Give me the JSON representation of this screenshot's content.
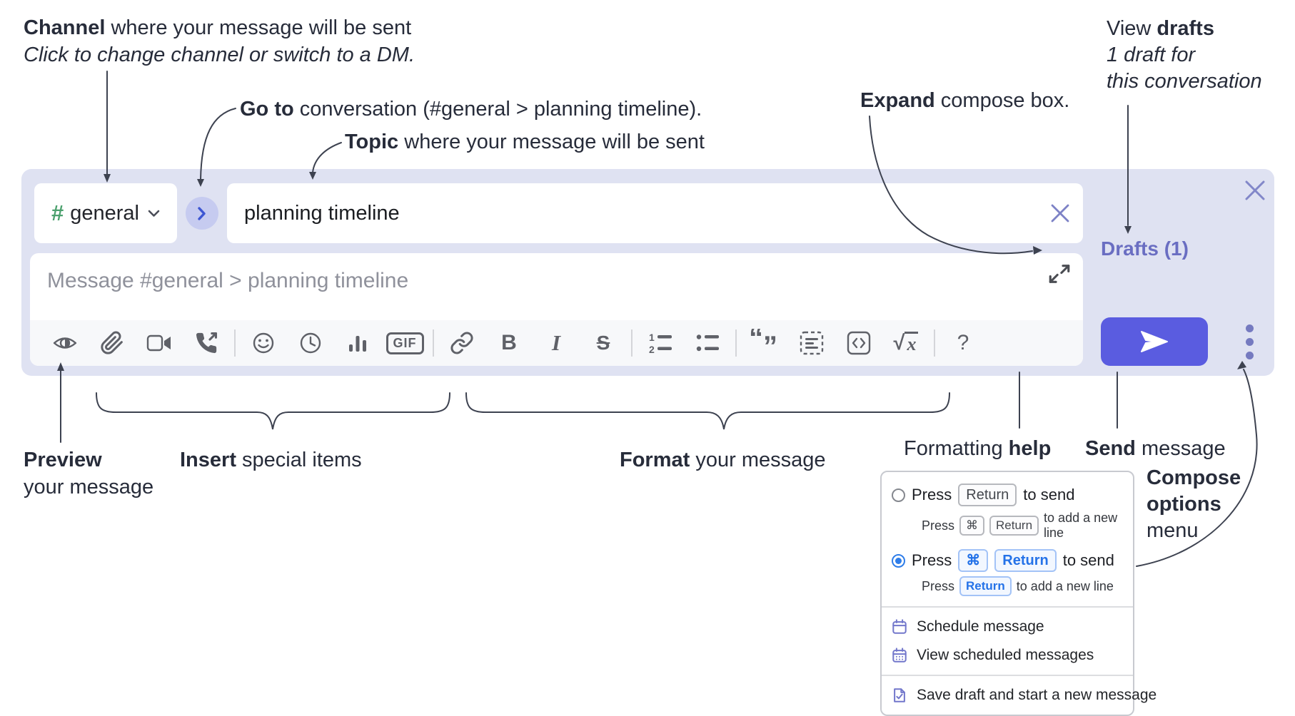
{
  "annotations": {
    "channel": {
      "bold": "Channel",
      "rest": " where your message will be sent",
      "sub": "Click to change channel or switch to a DM."
    },
    "go_to": {
      "bold": "Go to",
      "rest": " conversation (#general > planning timeline)."
    },
    "topic": {
      "bold": "Topic",
      "rest": " where your message will be sent"
    },
    "expand": {
      "bold": "Expand",
      "rest": " compose box."
    },
    "view_drafts": {
      "pre": "View ",
      "bold": "drafts",
      "line2": "1 draft for",
      "line3": "this conversation"
    },
    "preview": {
      "bold": "Preview",
      "line2": "your message"
    },
    "insert": {
      "bold": "Insert",
      "rest": " special items"
    },
    "format": {
      "bold": "Format",
      "rest": " your message"
    },
    "help": {
      "pre": "Formatting ",
      "bold": "help"
    },
    "send": {
      "bold": "Send",
      "rest": " message"
    },
    "compose_options": {
      "bold1": "Compose",
      "bold2": "options",
      "line3": "menu"
    }
  },
  "compose": {
    "channel": {
      "hash": "#",
      "name": "general"
    },
    "topic_input": {
      "value": "planning timeline"
    },
    "message_input": {
      "placeholder": "Message #general > planning timeline"
    },
    "drafts_link": "Drafts (1)"
  },
  "toolbar": {
    "bold_label": "B",
    "italic_label": "I",
    "strike_label": "S",
    "gif_label": "GIF",
    "sqrt_radical": "√",
    "sqrt_x": "x",
    "help_label": "?",
    "icons": [
      "preview-eye",
      "paperclip",
      "video-camera",
      "phone-call",
      "emoji-smiley",
      "clock",
      "bar-chart",
      "gif",
      "link",
      "bold",
      "italic",
      "strikethrough",
      "ordered-list",
      "bulleted-list",
      "blockquote",
      "code-block",
      "inline-code",
      "formula",
      "help",
      "send-plane",
      "ellipsis-vertical"
    ]
  },
  "icon_glyphs": {
    "ol_1": "1",
    "ol_2": "2",
    "quote_open": "“",
    "quote_close": "”"
  },
  "compose_menu": {
    "option_return": {
      "selected": false,
      "press": "Press",
      "key": "Return",
      "suffix": "to send",
      "sub_press": "Press",
      "sub_key1": "⌘",
      "sub_key2": "Return",
      "sub_suffix": "to add a new line"
    },
    "option_cmd_return": {
      "selected": true,
      "press": "Press",
      "key1": "⌘",
      "key2": "Return",
      "suffix": "to send",
      "sub_press": "Press",
      "sub_key": "Return",
      "sub_suffix": "to add a new line"
    },
    "schedule": "Schedule message",
    "view_scheduled": "View scheduled messages",
    "save_draft": "Save draft and start a new message"
  },
  "colors": {
    "compose_bg": "#dfe2f2",
    "send_button": "#5a5ce0",
    "drafts_link": "#6a6ec2",
    "channel_hash_green": "#4ca16e",
    "radio_selected_blue": "#2e7de9",
    "menu_icon_purple": "#7277cb",
    "annotation_text": "#272c3a",
    "toolbar_icon": "#5f6168"
  }
}
